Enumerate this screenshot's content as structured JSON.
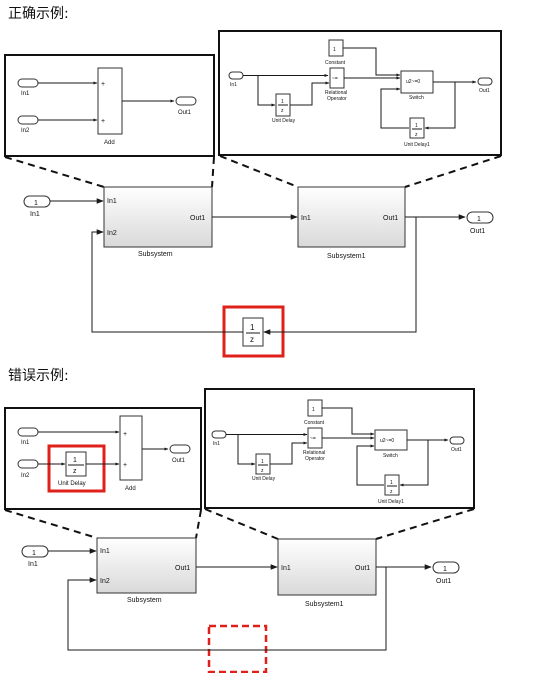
{
  "correct": {
    "heading": "正确示例:",
    "top_left": {
      "in1": "In1",
      "in2": "In2",
      "add": "Add",
      "out1": "Out1",
      "plus": "+"
    },
    "top_right": {
      "in1": "In1",
      "constant": "Constant",
      "constant_value": "1",
      "relop_line1": "Relational",
      "relop_line2": "Operator",
      "relop_symbol": "~=",
      "switch": "Switch",
      "switch_cond": "u2~=0",
      "out1": "Out1",
      "unit_delay": "Unit Delay",
      "unit_delay1": "Unit Delay1",
      "num": "1",
      "den": "z"
    },
    "main": {
      "in1": "In1",
      "in1_num": "1",
      "subsystem": "Subsystem",
      "subsystem1": "Subsystem1",
      "port_in1": "In1",
      "port_in2": "In2",
      "port_out1": "Out1",
      "out1": "Out1",
      "out1_num": "1",
      "delay_num": "1",
      "delay_den": "z"
    }
  },
  "wrong": {
    "heading": "错误示例:",
    "top_left": {
      "in1": "In1",
      "in2": "In2",
      "add": "Add",
      "out1": "Out1",
      "unit_delay": "Unit Delay",
      "num": "1",
      "den": "z",
      "plus": "+"
    },
    "top_right": {
      "in1": "In1",
      "constant": "Constant",
      "constant_value": "1",
      "relop_line1": "Relational",
      "relop_line2": "Operator",
      "relop_symbol": "~=",
      "switch": "Switch",
      "switch_cond": "u2~=0",
      "out1": "Out1",
      "unit_delay": "Unit Delay",
      "unit_delay1": "Unit Delay1",
      "num": "1",
      "den": "z"
    },
    "main": {
      "in1": "In1",
      "in1_num": "1",
      "subsystem": "Subsystem",
      "subsystem1": "Subsystem1",
      "port_in1": "In1",
      "port_in2": "In2",
      "port_out1": "Out1",
      "out1": "Out1",
      "out1_num": "1"
    }
  },
  "colors": {
    "highlight": "#e0201b",
    "wire": "#1a1a1a"
  }
}
